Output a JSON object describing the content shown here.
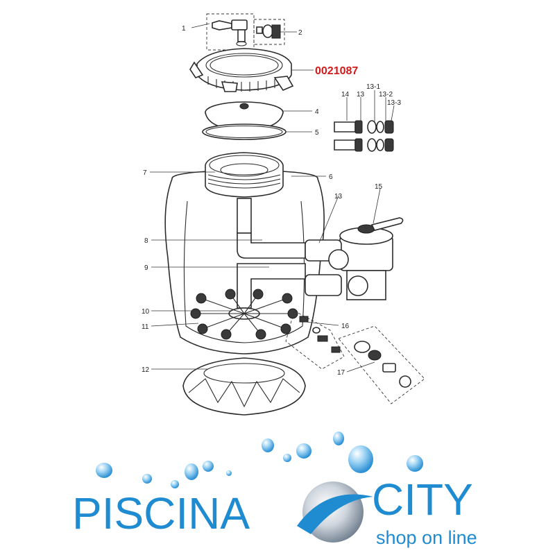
{
  "diagram": {
    "part_code": "0021087",
    "callouts": [
      "1",
      "2",
      "4",
      "5",
      "6",
      "7",
      "8",
      "9",
      "10",
      "11",
      "12",
      "13",
      "13",
      "14",
      "13-1",
      "13-2",
      "13-3",
      "15",
      "16",
      "17"
    ]
  },
  "logo": {
    "word_left": "PISCINA",
    "word_right": "CITY",
    "tagline": "shop on line"
  },
  "colors": {
    "part_code": "#d11a1a",
    "brand_blue": "#1f8bd1",
    "tagline_blue": "#1f8bd1",
    "line": "#2b2b2b"
  }
}
